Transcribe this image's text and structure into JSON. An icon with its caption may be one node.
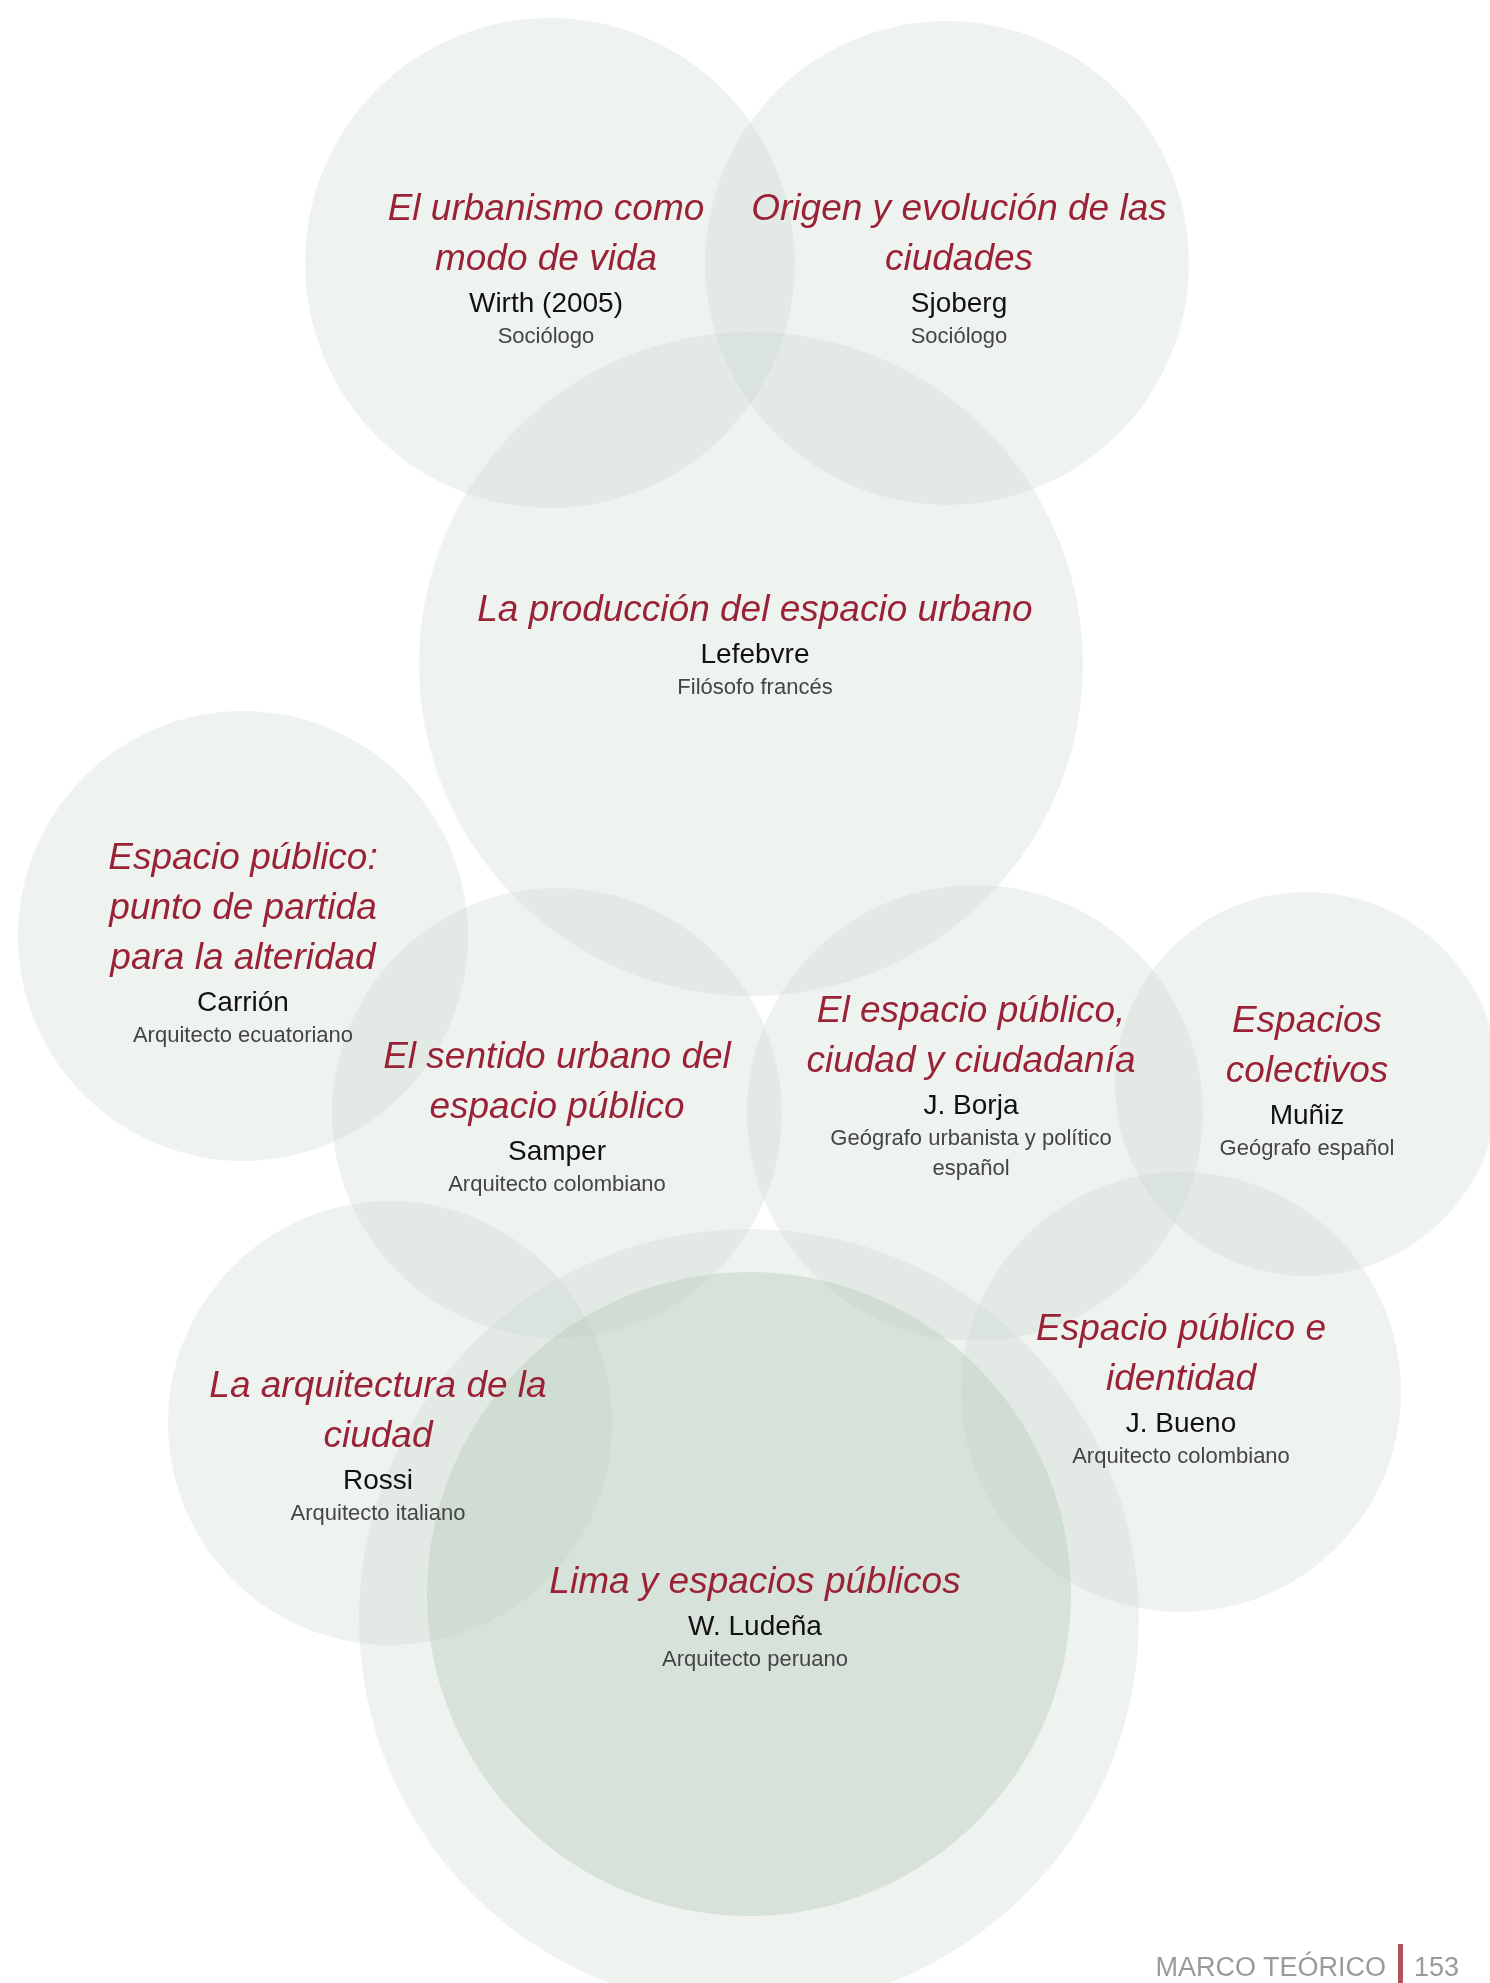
{
  "diagram": {
    "nodes": [
      {
        "text": [
          "El urbanismo como modo de vida",
          "Wirth (2005)",
          "Sociólogo"
        ]
      },
      {
        "text": [
          "Origen y evolución de las ciudades",
          "Sjoberg",
          "Sociólogo"
        ]
      },
      {
        "text": [
          "La producción del espacio urbano",
          "Lefebvre",
          "Filósofo francés"
        ]
      },
      {
        "text": [
          "Espacio público: punto de partida para la alteridad",
          "Carrión",
          "Arquitecto ecuatoriano"
        ]
      },
      {
        "text": [
          "El sentido urbano del espacio público",
          "Samper",
          "Arquitecto colombiano"
        ]
      },
      {
        "text": [
          "El espacio público, ciudad y ciudadanía",
          "J. Borja",
          "Geógrafo urbanista y político español"
        ]
      },
      {
        "text": [
          "Espacios colectivos",
          "Muñiz",
          "Geógrafo español"
        ]
      },
      {
        "text": [
          "Espacio público e identidad",
          "J. Bueno",
          "Arquitecto colombiano"
        ]
      },
      {
        "text": [
          "La arquitectura de la ciudad",
          "Rossi",
          "Arquitecto italiano"
        ]
      },
      {
        "text": [],
        "shape": "circle"
      },
      {
        "text": [
          "Lima y espacios públicos",
          "W. Ludeña",
          "Arquitecto peruano"
        ],
        "in": 9
      }
    ],
    "labels": [
      "MARCO TEÓRICO",
      "153"
    ]
  }
}
